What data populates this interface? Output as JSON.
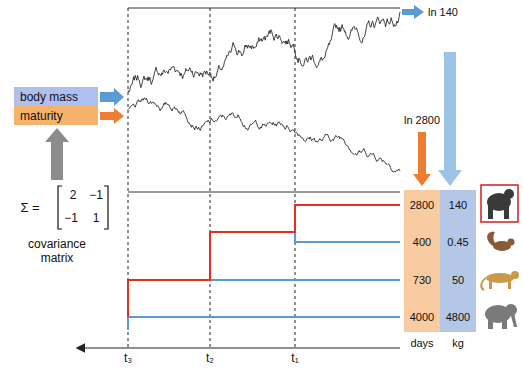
{
  "diagram": {
    "nodes": [
      {
        "text": [
          "body mass"
        ]
      },
      {
        "text": [
          "maturity"
        ]
      }
    ],
    "labels": [
      "Σ =",
      "2",
      "−1",
      "−1",
      "1",
      "covariance matrix",
      "ln 140",
      "ln 2800",
      "2800",
      "400",
      "730",
      "4000",
      "140",
      "0.45",
      "50",
      "4800",
      "days",
      "kg",
      "t₃",
      "t₂",
      "t₁"
    ]
  }
}
